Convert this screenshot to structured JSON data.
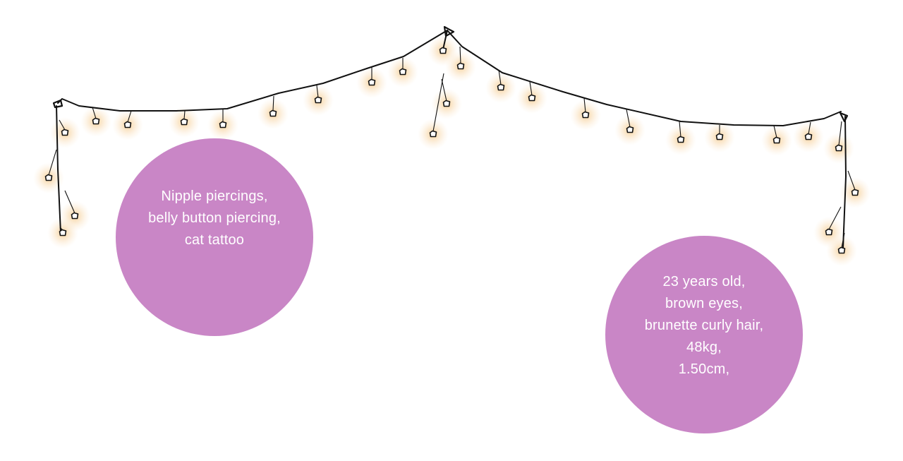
{
  "colors": {
    "circle_fill": "#c986c6",
    "circle_text": "#ffffff",
    "wire": "#111111",
    "glow": "#f5c988"
  },
  "icons": {
    "decoration": "string-lights-icon"
  },
  "circles": [
    {
      "id": "left",
      "lines": [
        "Nipple piercings,",
        "belly button piercing,",
        "cat tattoo"
      ]
    },
    {
      "id": "right",
      "lines": [
        "23 years old,",
        "brown eyes,",
        "brunette curly hair,",
        "48kg,",
        "1.50cm,"
      ]
    }
  ]
}
